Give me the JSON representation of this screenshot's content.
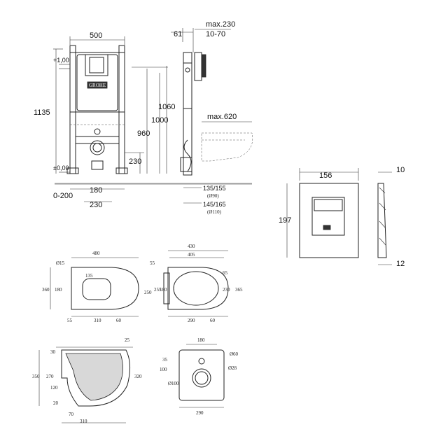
{
  "frame": {
    "w500": "500",
    "h1135": "1135",
    "p100": "+1,00",
    "p000": "±0,00",
    "h1060": "1060",
    "h1000": "1000",
    "h960": "960",
    "h230": "230",
    "w0200": "0-200",
    "w180": "180",
    "w230": "230",
    "w61": "61",
    "wmax230": "max.230",
    "w1070": "10-70",
    "wmax620": "max.620",
    "d135": "135/155",
    "d90": "(Ø90)",
    "d145": "145/165",
    "d110": "(Ø110)",
    "brand": "GROHE"
  },
  "plate": {
    "w": "156",
    "h": "197",
    "t10": "10",
    "t12": "12"
  },
  "top_views": {
    "a480": "480",
    "a55": "55",
    "a15": "Ø15",
    "a135": "135",
    "a360": "360",
    "a180": "180",
    "a250": "250",
    "a_55b": "55",
    "a310": "310",
    "a60": "60",
    "b430": "430",
    "b405": "405",
    "b65": "65",
    "b255": "255",
    "b180": "180",
    "b230": "230",
    "b365": "365",
    "b290": "290",
    "b60": "60",
    "badge": "100"
  },
  "side_views": {
    "c25": "25",
    "c30": "30",
    "c350": "350",
    "c270": "270",
    "c320": "320",
    "c120": "120",
    "c20": "20",
    "c70": "70",
    "c310": "310",
    "e180": "180",
    "e60": "Ø60",
    "e35": "35",
    "e100": "100",
    "e28": "Ø28",
    "e100d": "Ø100",
    "e290": "290"
  }
}
